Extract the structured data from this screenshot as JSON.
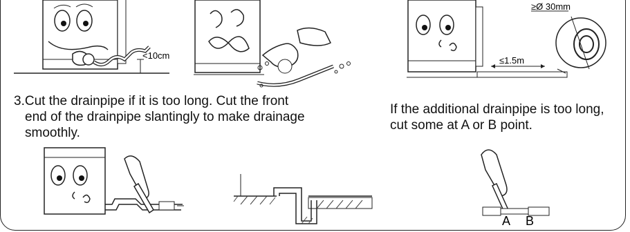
{
  "figures": {
    "top_left": {
      "distance_label": "<10cm"
    },
    "top_right": {
      "diameter_label": "≥Ø 30mm",
      "length_label": "≤1.5m"
    },
    "bottom_right": {
      "point_a": "A",
      "point_b": "B"
    }
  },
  "step3": {
    "line1": "3.Cut the drainpipe if it is too long. Cut the front",
    "line2": "end of the drainpipe slantingly to make drainage",
    "line3": "smoothly."
  },
  "note": {
    "line1": "If the additional drainpipe is too long,",
    "line2": "cut some at A or B point."
  }
}
